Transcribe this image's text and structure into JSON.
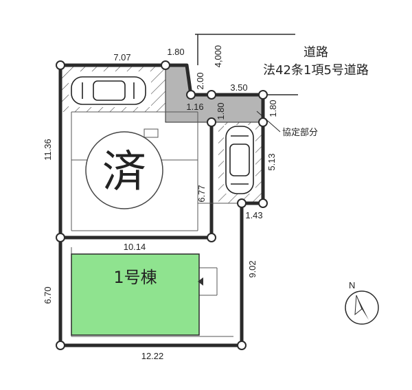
{
  "road": {
    "title": "道路",
    "subtitle": "法42条1項5号道路",
    "width_label": "4,000"
  },
  "dimensions": {
    "top_left": "7.07",
    "top_setback": "1.80",
    "vertical_2": "2.00",
    "right_top": "3.50",
    "inner_1_16": "1.16",
    "inner_1_80": "1.80",
    "right_1_80": "1.80",
    "left_side": "11.36",
    "right_5_13": "5.13",
    "inner_6_77": "6.77",
    "bottom_1_43": "1.43",
    "middle_10_14": "10.14",
    "right_9_02": "9.02",
    "left_6_70": "6.70",
    "bottom_12_22": "12.22"
  },
  "labels": {
    "sold_mark": "済",
    "building": "1号棟",
    "agreement_part": "協定部分",
    "north": "N"
  },
  "colors": {
    "building_fill": "#8fe38f",
    "agreement_fill": "#b5b5b5",
    "line": "#2a2a2a"
  },
  "icons": {
    "entrance": "triangle-marker",
    "compass": "north-arrow"
  }
}
